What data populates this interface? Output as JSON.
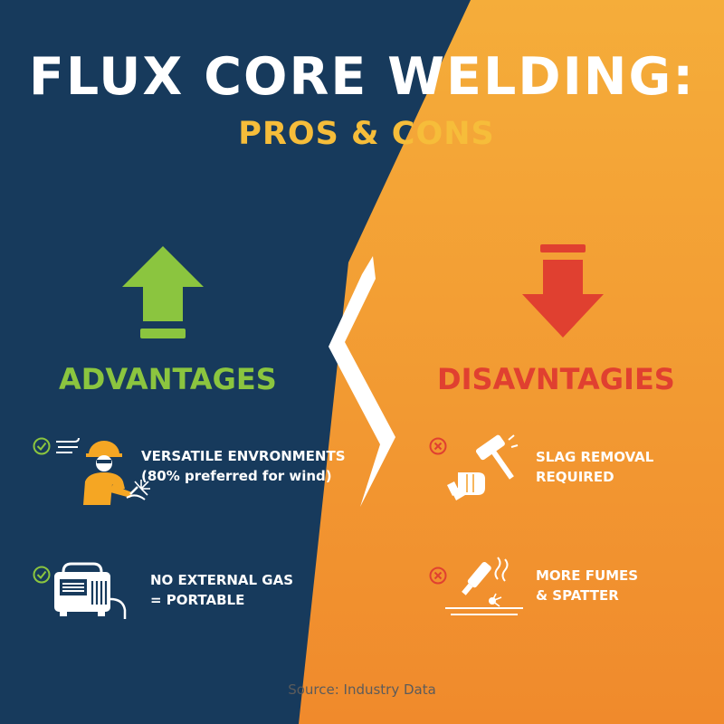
{
  "title": "FLUX CORE WELDING:",
  "subtitle": "PROS & CONS",
  "colors": {
    "navy": "#173a5c",
    "orange_top": "#f5ad3a",
    "orange_bottom": "#f08a2c",
    "pros_green": "#8bc53f",
    "cons_red": "#e04030",
    "subtitle_yellow": "#f6bd3a"
  },
  "advantages": {
    "heading": "ADVANTAGES",
    "icon": "arrow-up-icon",
    "items": [
      {
        "line1": "VERSATILE ENVRONMENTS",
        "line2": "(80% preferred for wind)",
        "icon": "welder-icon",
        "status_icon": "check-circle-icon"
      },
      {
        "line1": "NO EXTERNAL GAS",
        "line2": "= PORTABLE",
        "icon": "welding-machine-icon",
        "status_icon": "check-circle-icon"
      }
    ]
  },
  "disadvantages": {
    "heading": "DISAVNTAGIES",
    "icon": "arrow-down-icon",
    "items": [
      {
        "line1": "SLAG REMOVAL",
        "line2": "REQUIRED",
        "icon": "chipping-hammer-icon",
        "status_icon": "x-circle-icon"
      },
      {
        "line1": "MORE FUMES",
        "line2": "& SPATTER",
        "icon": "welding-torch-icon",
        "status_icon": "x-circle-icon"
      }
    ]
  },
  "source": "Source: Industry Data"
}
